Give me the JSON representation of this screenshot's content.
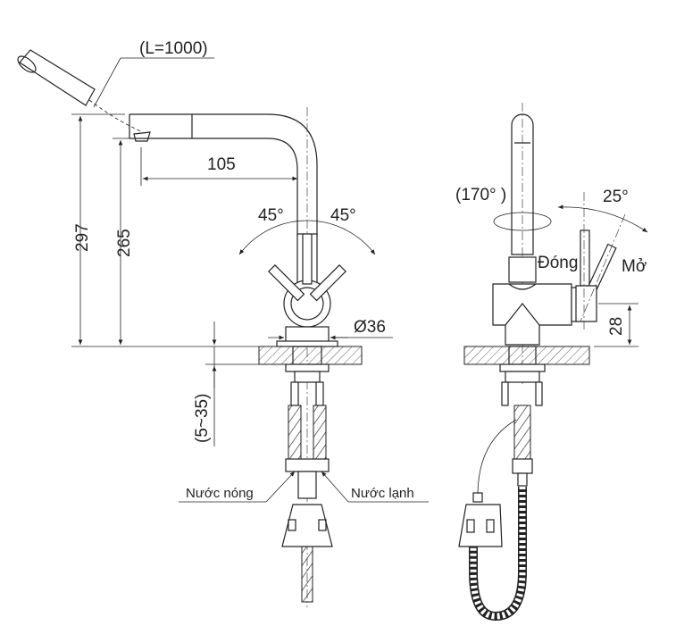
{
  "left_view": {
    "hose_length": "(L=1000)",
    "reach": "105",
    "height_total": "297",
    "height_spout": "265",
    "angle_left": "45°",
    "angle_right": "45°",
    "diameter": "Ø36",
    "counter_thickness": "(5~35)",
    "hot_water": "Nước nóng",
    "cold_water": "Nước lạnh"
  },
  "right_view": {
    "swivel_angle": "(170° )",
    "lever_angle": "25°",
    "closed": "Đóng",
    "open": "Mở",
    "lever_height": "28"
  }
}
